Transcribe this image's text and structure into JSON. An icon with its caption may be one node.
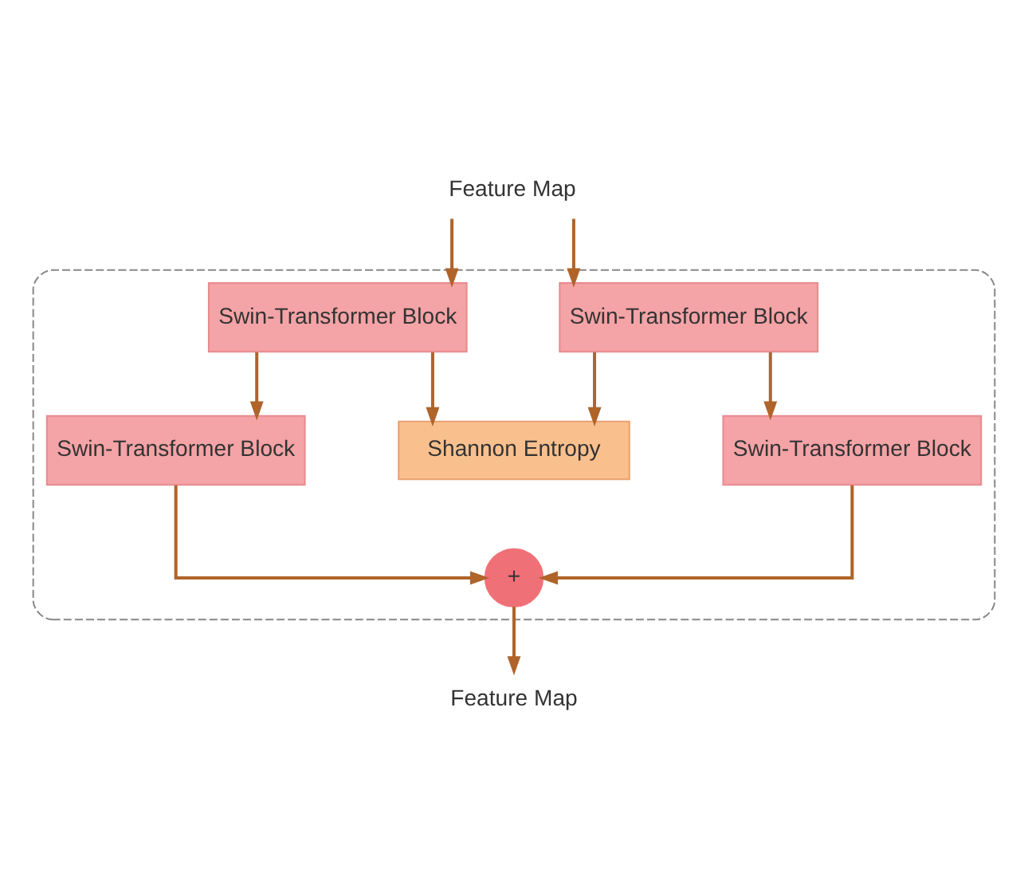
{
  "diagram": {
    "nodes": [
      {
        "text": [],
        "shape": "box"
      },
      {
        "text": [
          "Feature Map"
        ]
      },
      {
        "text": [
          "Swin-Transformer Block"
        ],
        "in": 0
      },
      {
        "text": [
          "Swin-Transformer Block"
        ],
        "in": 0
      },
      {
        "text": [
          "Shannon Entropy"
        ],
        "in": 0
      },
      {
        "text": [
          "Swin-Transformer Block"
        ],
        "in": 0
      },
      {
        "text": [
          "Swin-Transformer Block"
        ],
        "in": 0
      },
      {
        "text": [
          "+"
        ],
        "in": 0
      },
      {
        "text": [
          "Feature Map"
        ]
      }
    ],
    "edges": [
      {
        "from": 1,
        "to": 2,
        "arrow": "to"
      },
      {
        "from": 1,
        "to": 3,
        "arrow": "to"
      },
      {
        "from": 2,
        "to": 4,
        "arrow": "to"
      },
      {
        "from": 3,
        "to": 4,
        "arrow": "to"
      },
      {
        "from": 2,
        "to": 5,
        "arrow": "to"
      },
      {
        "from": 3,
        "to": 6,
        "arrow": "to"
      },
      {
        "from": 5,
        "to": 7,
        "arrow": "to"
      },
      {
        "from": 6,
        "to": 7,
        "arrow": "to"
      },
      {
        "from": 7,
        "to": 8,
        "arrow": "to"
      }
    ]
  }
}
